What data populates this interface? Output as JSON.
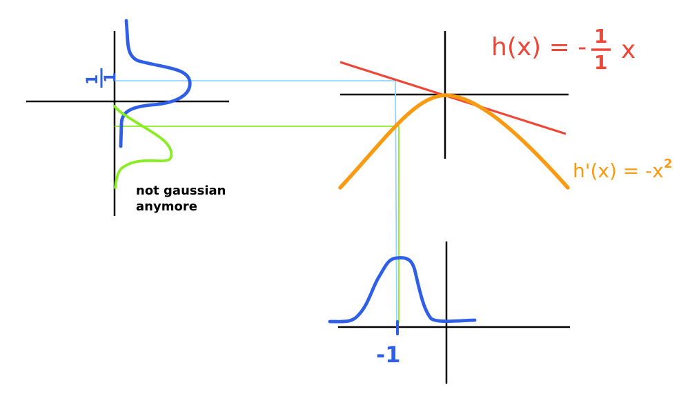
{
  "colors": {
    "axis": "#000000",
    "input_gaussian": "#2f5fe6",
    "output_density": "#88ee22",
    "connector_light": "#8fd6ff",
    "connector_green": "#88ee22",
    "linear_approx": "#ef4638",
    "nonlinear": "#f89a12",
    "caption": "#000000"
  },
  "annotations": {
    "linear_eq": "h(x) = -1/1 x",
    "linear_eq_lhs": "h(x) = -",
    "linear_eq_num": "1",
    "linear_eq_den": "1",
    "linear_eq_rhs": "x",
    "nonlinear_eq": "h'(x) = -x²",
    "nonlinear_eq_lhs": "h'(x) = -x",
    "nonlinear_eq_exp": "2",
    "x_tick": "-1",
    "y_tick_num": "1",
    "y_tick_den": "1",
    "caption_line1": "not gaussian",
    "caption_line2": "anymore"
  },
  "icons": {
    "input_distribution": "bell-curve-icon",
    "output_distribution": "skewed-curve-icon"
  }
}
